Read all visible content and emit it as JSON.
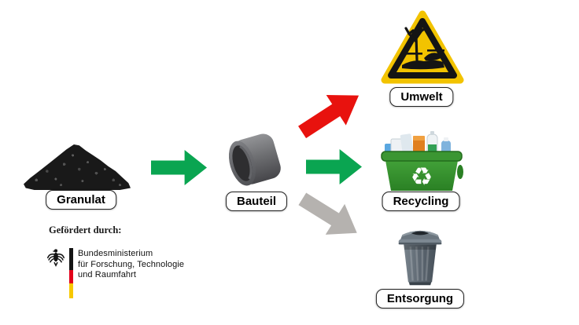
{
  "diagram": {
    "nodes": {
      "granulat": {
        "label": "Granulat",
        "icon": "granulate-pile"
      },
      "bauteil": {
        "label": "Bauteil",
        "icon": "metal-bushing"
      },
      "umwelt": {
        "label": "Umwelt",
        "icon": "environmental-hazard-warning-sign"
      },
      "recycling": {
        "label": "Recycling",
        "icon": "recycling-bin"
      },
      "entsorgung": {
        "label": "Entsorgung",
        "icon": "trash-can"
      }
    },
    "arrows": {
      "granulat_to_bauteil": {
        "color": "#0aa551",
        "direction": "right"
      },
      "bauteil_to_umwelt": {
        "color": "#e8120e",
        "direction": "up-right"
      },
      "bauteil_to_recycling": {
        "color": "#0aa551",
        "direction": "right"
      },
      "bauteil_to_entsorgung": {
        "color": "#b5b2af",
        "direction": "down-right"
      }
    },
    "icons": {
      "recycle_symbol": "♻"
    }
  },
  "funding": {
    "heading": "Gefördert durch:",
    "ministry": {
      "line1": "Bundesministerium",
      "line2": "für Forschung, Technologie",
      "line3": "und Raumfahrt"
    },
    "flag": {
      "black": "#141414",
      "red": "#e2001a",
      "gold": "#f7c800"
    }
  },
  "colors": {
    "background": "#ffffff",
    "warning_yellow": "#f2c300",
    "bin_green": "#3ca136",
    "can_gray": "#5e6973"
  }
}
